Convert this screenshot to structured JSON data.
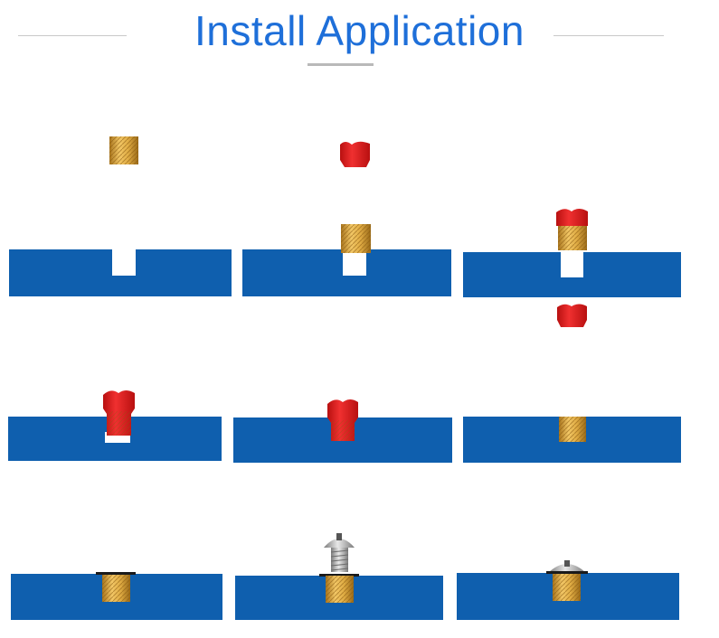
{
  "header": {
    "title": "Install Application"
  },
  "colors": {
    "title": "#1E6FD9",
    "plate": "#0F5FAE",
    "brass": "#D4A23A",
    "tool": "#E02020",
    "screw": "#B8B8B8"
  },
  "steps": [
    {
      "name": "step-1-insert-above-hole"
    },
    {
      "name": "step-2-insert-on-hole-tool-above"
    },
    {
      "name": "step-3-tool-on-insert"
    },
    {
      "name": "step-4-pressing-insert"
    },
    {
      "name": "step-5-insert-fully-pressed"
    },
    {
      "name": "step-6-tool-removed"
    },
    {
      "name": "step-7-insert-installed"
    },
    {
      "name": "step-8-screw-above-insert"
    },
    {
      "name": "step-9-screw-fastened"
    }
  ]
}
